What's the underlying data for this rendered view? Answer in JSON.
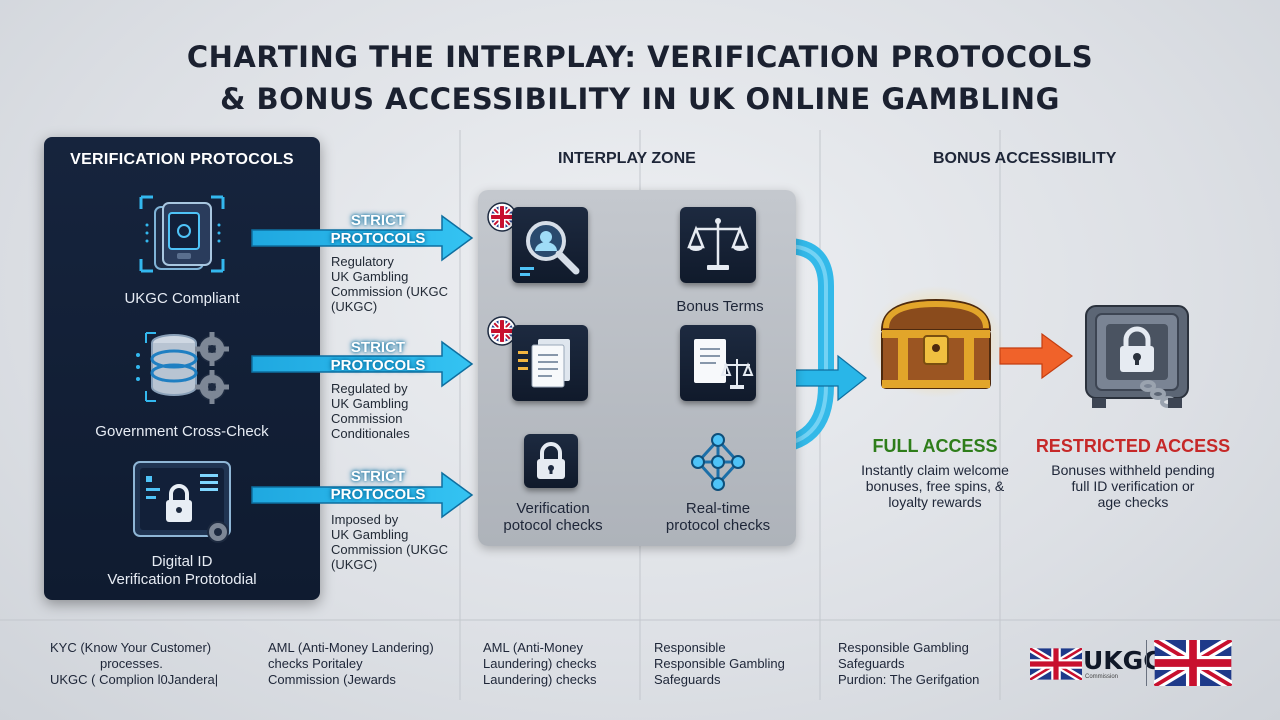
{
  "title": {
    "line1": "CHARTING THE INTERPLAY: VERIFICATION PROTOCOLS",
    "line2": "& BONUS ACCESSIBILITY IN UK ONLINE GAMBLING"
  },
  "left_panel": {
    "heading": "VERIFICATION PROTOCOLS",
    "items": [
      {
        "label": "UKGC Compliant",
        "icon": "id-card-icon"
      },
      {
        "label": "Government Cross-Check",
        "icon": "database-gears-icon"
      },
      {
        "label_line1": "Digital ID",
        "label_line2": "Verification Prototodial",
        "icon": "digital-id-lock-icon"
      }
    ]
  },
  "arrows": [
    {
      "strict_line1": "STRICT",
      "strict_line2": "PROTOCOLS",
      "note": [
        "Regulatory",
        "UK Gambling",
        "Commission (UKGC",
        "(UKGC)"
      ]
    },
    {
      "strict_line1": "STRICT",
      "strict_line2": "PROTOCOLS",
      "note": [
        "Regulated by",
        "UK Gambling",
        "Commission",
        "Conditionales"
      ]
    },
    {
      "strict_line1": "STRICT",
      "strict_line2": "PROTOCOLS",
      "note": [
        "Imposed by",
        "UK Gambling",
        "Commission (UKGC",
        "(UKGC)"
      ]
    }
  ],
  "interplay": {
    "heading": "INTERPLAY ZONE",
    "bonus_terms": "Bonus Terms",
    "verification_checks": [
      "Verification",
      "potocol checks"
    ],
    "realtime_checks": [
      "Real-time",
      "protocol checks"
    ]
  },
  "bonus": {
    "heading": "BONUS ACCESSIBILITY",
    "full": {
      "title": "FULL ACCESS",
      "desc": [
        "Instantly claim welcome",
        "bonuses, free spins, &",
        "loyalty rewards"
      ]
    },
    "restricted": {
      "title": "RESTRICTED ACCESS",
      "desc": [
        "Bonuses withheld pending",
        "full ID verification or",
        "age checks"
      ]
    }
  },
  "footer": [
    [
      "KYC (Know Your Customer)",
      "processes.",
      "UKGC ( Complion l0Jandera|"
    ],
    [
      "AML (Anti-Money Landering)",
      "checks  Poritaley",
      "Commission (Jewards"
    ],
    [
      "AML (Anti-Money",
      "Laundering) checks",
      "Laundering) checks"
    ],
    [
      "Responsible",
      "Responsible Gambling",
      "Safeguards"
    ],
    [
      "Responsible Gambling",
      "Safeguards",
      "Purdion: The Gerifgation"
    ]
  ],
  "logo": {
    "text": "UKGC",
    "sub": "Commission"
  },
  "colors": {
    "panel": "#13213a",
    "arrow": "#29b6e8",
    "full_access": "#2e7d1a",
    "restricted_access": "#c62828",
    "orange_arrow": "#f0622a"
  }
}
